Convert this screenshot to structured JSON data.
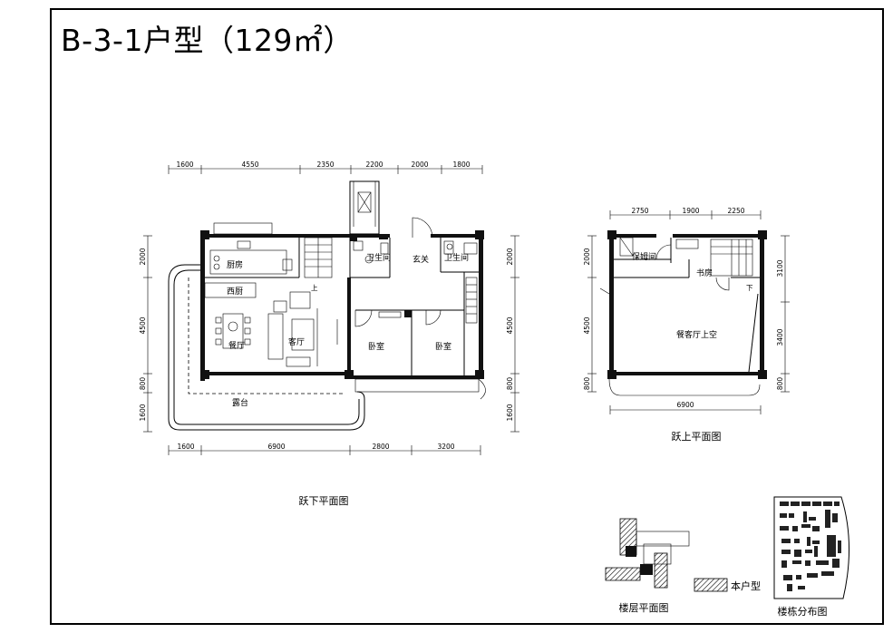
{
  "title": "B-3-1户型（129㎡）",
  "lower_floor": {
    "caption": "跃下平面图",
    "top_dims": [
      "1600",
      "4550",
      "2350",
      "2200",
      "2000",
      "1800"
    ],
    "bottom_dims": [
      "1600",
      "6900",
      "2800",
      "3200"
    ],
    "left_dims": [
      "2000",
      "4500",
      "800",
      "1600"
    ],
    "right_dims": [
      "2000",
      "4500",
      "800",
      "1600"
    ],
    "rooms": {
      "kitchen": "厨房",
      "western_kitchen": "西厨",
      "dining": "餐厅",
      "living": "客厅",
      "terrace": "露台",
      "foyer": "玄关",
      "bathroom_a": "卫生间",
      "bathroom_b": "卫生间",
      "bedroom_a": "卧室",
      "bedroom_b": "卧室"
    },
    "stair_mark": "上"
  },
  "upper_floor": {
    "caption": "跃上平面图",
    "top_dims": [
      "2750",
      "1900",
      "2250"
    ],
    "bottom_dims": [
      "6900"
    ],
    "left_dims": [
      "2000",
      "4500",
      "800"
    ],
    "right_dims": [
      "3100",
      "3400",
      "800"
    ],
    "rooms": {
      "maid_room": "保姆间",
      "study": "书房",
      "void": "餐客厅上空"
    },
    "stair_mark": "下"
  },
  "key_plan": {
    "floor_caption": "楼层平面图",
    "legend_label": "本户型",
    "site_caption": "楼栋分布图"
  }
}
